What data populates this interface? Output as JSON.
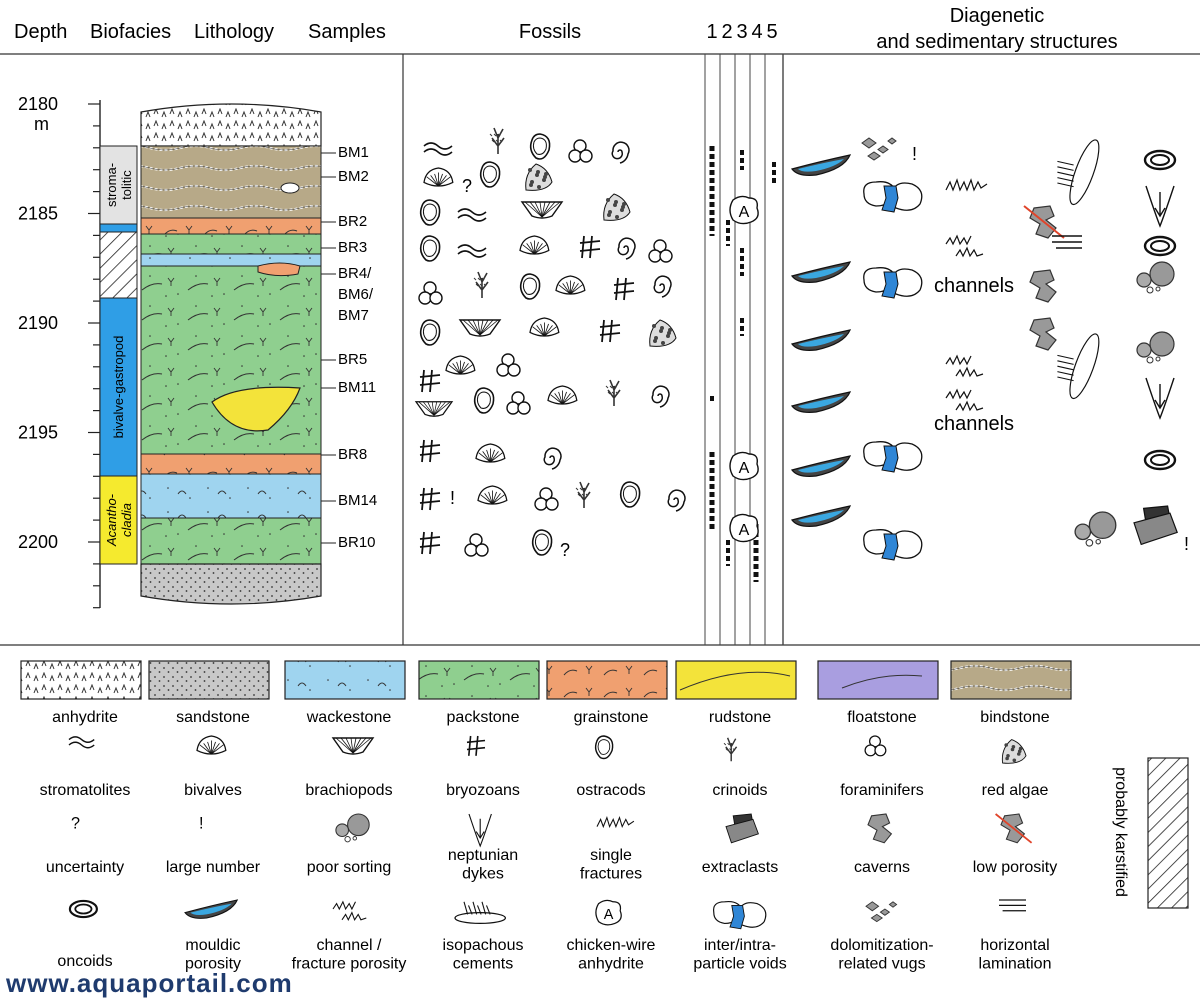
{
  "headers": {
    "depth": "Depth",
    "biofacies": "Biofacies",
    "lithology": "Lithology",
    "samples": "Samples",
    "fossils": "Fossils",
    "columns": [
      "1",
      "2",
      "3",
      "4",
      "5"
    ],
    "diagenetic_line1": "Diagenetic",
    "diagenetic_line2": "and sedimentary structures"
  },
  "depth": {
    "ticks": [
      {
        "label": "2180",
        "value": 2180
      },
      {
        "label": "2185",
        "value": 2185
      },
      {
        "label": "2190",
        "value": 2190
      },
      {
        "label": "2195",
        "value": 2195
      },
      {
        "label": "2200",
        "value": 2200
      }
    ],
    "unit": "m"
  },
  "biofacies": {
    "stromatolitic": "stroma-\ntolitic",
    "bivalve_gastropod": "bivalve-gastropod",
    "acanthocladia": "Acantho-\ncladia"
  },
  "samples": [
    "BM1",
    "BM2",
    "BR2",
    "BR3",
    "BR4/",
    "BM6/",
    "BM7",
    "BR5",
    "BM11",
    "BR8",
    "BM14",
    "BR10"
  ],
  "markers": {
    "uncertainty": "?",
    "large_number": "!",
    "anhydrite_letter": "A"
  },
  "annotations": {
    "channels_1": "channels",
    "channels_2": "channels"
  },
  "legend": {
    "lithology": [
      {
        "label": "anhydrite",
        "color": "#ffffff"
      },
      {
        "label": "sandstone",
        "color": "#c8c8c8"
      },
      {
        "label": "wackestone",
        "color": "#9fd4ef"
      },
      {
        "label": "packstone",
        "color": "#8fcf8f"
      },
      {
        "label": "grainstone",
        "color": "#f0a070"
      },
      {
        "label": "rudstone",
        "color": "#f3e33a"
      },
      {
        "label": "floatstone",
        "color": "#a99ee0"
      },
      {
        "label": "bindstone",
        "color": "#b7a988"
      }
    ],
    "row2": [
      "stromatolites",
      "bivalves",
      "brachiopods",
      "bryozoans",
      "ostracods",
      "crinoids",
      "foraminifers",
      "red algae"
    ],
    "row3": [
      "uncertainty",
      "large number",
      "poor sorting",
      "neptunian\ndykes",
      "single\nfractures",
      "extraclasts",
      "caverns",
      "low porosity"
    ],
    "row4": [
      "oncoids",
      "mouldic\nporosity",
      "channel /\nfracture porosity",
      "isopachous\ncements",
      "chicken-wire\nanhydrite",
      "inter/intra-\nparticle voids",
      "dolomitization-\nrelated vugs",
      "horizontal\nlamination"
    ],
    "karst": "probably karstified"
  },
  "colors": {
    "anhydrite": "#ffffff",
    "sandstone": "#c8c8c8",
    "wackestone": "#9fd4ef",
    "packstone": "#8fcf8f",
    "grainstone": "#f0a070",
    "rudstone": "#f3e33a",
    "floatstone": "#a99ee0",
    "bindstone": "#b7a988",
    "biofacies_blue": "#2f9ee6",
    "biofacies_yellow": "#f5ea2e",
    "mouldic_blue": "#3aa7e0",
    "red_line": "#e0442a"
  },
  "watermark": "www.aquaportail.com"
}
